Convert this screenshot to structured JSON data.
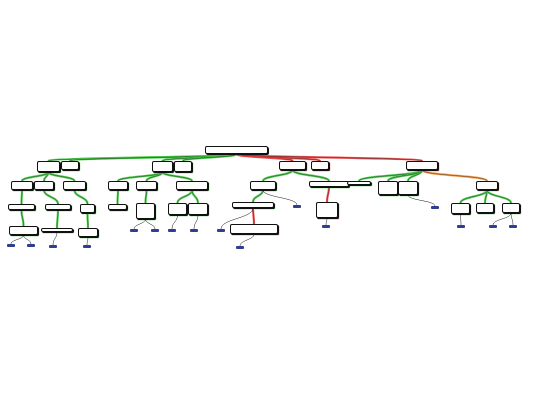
{
  "colors": {
    "pro": "#3ec43e",
    "con": "#e84040",
    "neutral": "#f0913a",
    "link": "#111111",
    "claim_border": "#111111",
    "source_icon": "#2f3f8f"
  },
  "note": "",
  "main_claim": {
    "text": ""
  },
  "claims": [
    {
      "id": "a",
      "text": ""
    },
    {
      "id": "a2",
      "text": ""
    },
    {
      "id": "b",
      "text": ""
    },
    {
      "id": "b2",
      "text": ""
    },
    {
      "id": "c",
      "text": ""
    },
    {
      "id": "c2",
      "text": ""
    },
    {
      "id": "d",
      "text": ""
    },
    {
      "id": "a1",
      "text": ""
    },
    {
      "id": "a3",
      "text": ""
    },
    {
      "id": "a4",
      "text": ""
    },
    {
      "id": "a1a",
      "text": ""
    },
    {
      "id": "a3a",
      "text": ""
    },
    {
      "id": "a4a",
      "text": ""
    },
    {
      "id": "a1b",
      "text": ""
    },
    {
      "id": "a3b",
      "text": ""
    },
    {
      "id": "a4b",
      "text": ""
    },
    {
      "id": "b1",
      "text": ""
    },
    {
      "id": "b3",
      "text": ""
    },
    {
      "id": "b4",
      "text": ""
    },
    {
      "id": "b1a",
      "text": ""
    },
    {
      "id": "b3a",
      "text": ""
    },
    {
      "id": "b4a",
      "text": ""
    },
    {
      "id": "b4b",
      "text": ""
    },
    {
      "id": "c1",
      "text": ""
    },
    {
      "id": "c3",
      "text": ""
    },
    {
      "id": "c1a",
      "text": ""
    },
    {
      "id": "c1b",
      "text": ""
    },
    {
      "id": "c3a",
      "text": ""
    },
    {
      "id": "d1",
      "text": ""
    },
    {
      "id": "d2",
      "text": ""
    },
    {
      "id": "d3",
      "text": ""
    },
    {
      "id": "d4",
      "text": ""
    },
    {
      "id": "d4a",
      "text": ""
    },
    {
      "id": "d4b",
      "text": ""
    },
    {
      "id": "d4c",
      "text": ""
    }
  ],
  "sources": [
    {
      "id": "s1",
      "text": ""
    },
    {
      "id": "s2",
      "text": ""
    },
    {
      "id": "s3",
      "text": ""
    },
    {
      "id": "s4",
      "text": ""
    },
    {
      "id": "s5",
      "text": ""
    },
    {
      "id": "s6",
      "text": ""
    },
    {
      "id": "s7",
      "text": ""
    },
    {
      "id": "s8",
      "text": ""
    },
    {
      "id": "s9",
      "text": ""
    },
    {
      "id": "s10",
      "text": ""
    },
    {
      "id": "s11",
      "text": ""
    },
    {
      "id": "s12",
      "text": ""
    },
    {
      "id": "s13",
      "text": ""
    },
    {
      "id": "s14",
      "text": ""
    },
    {
      "id": "s15",
      "text": ""
    },
    {
      "id": "s16",
      "text": ""
    }
  ]
}
